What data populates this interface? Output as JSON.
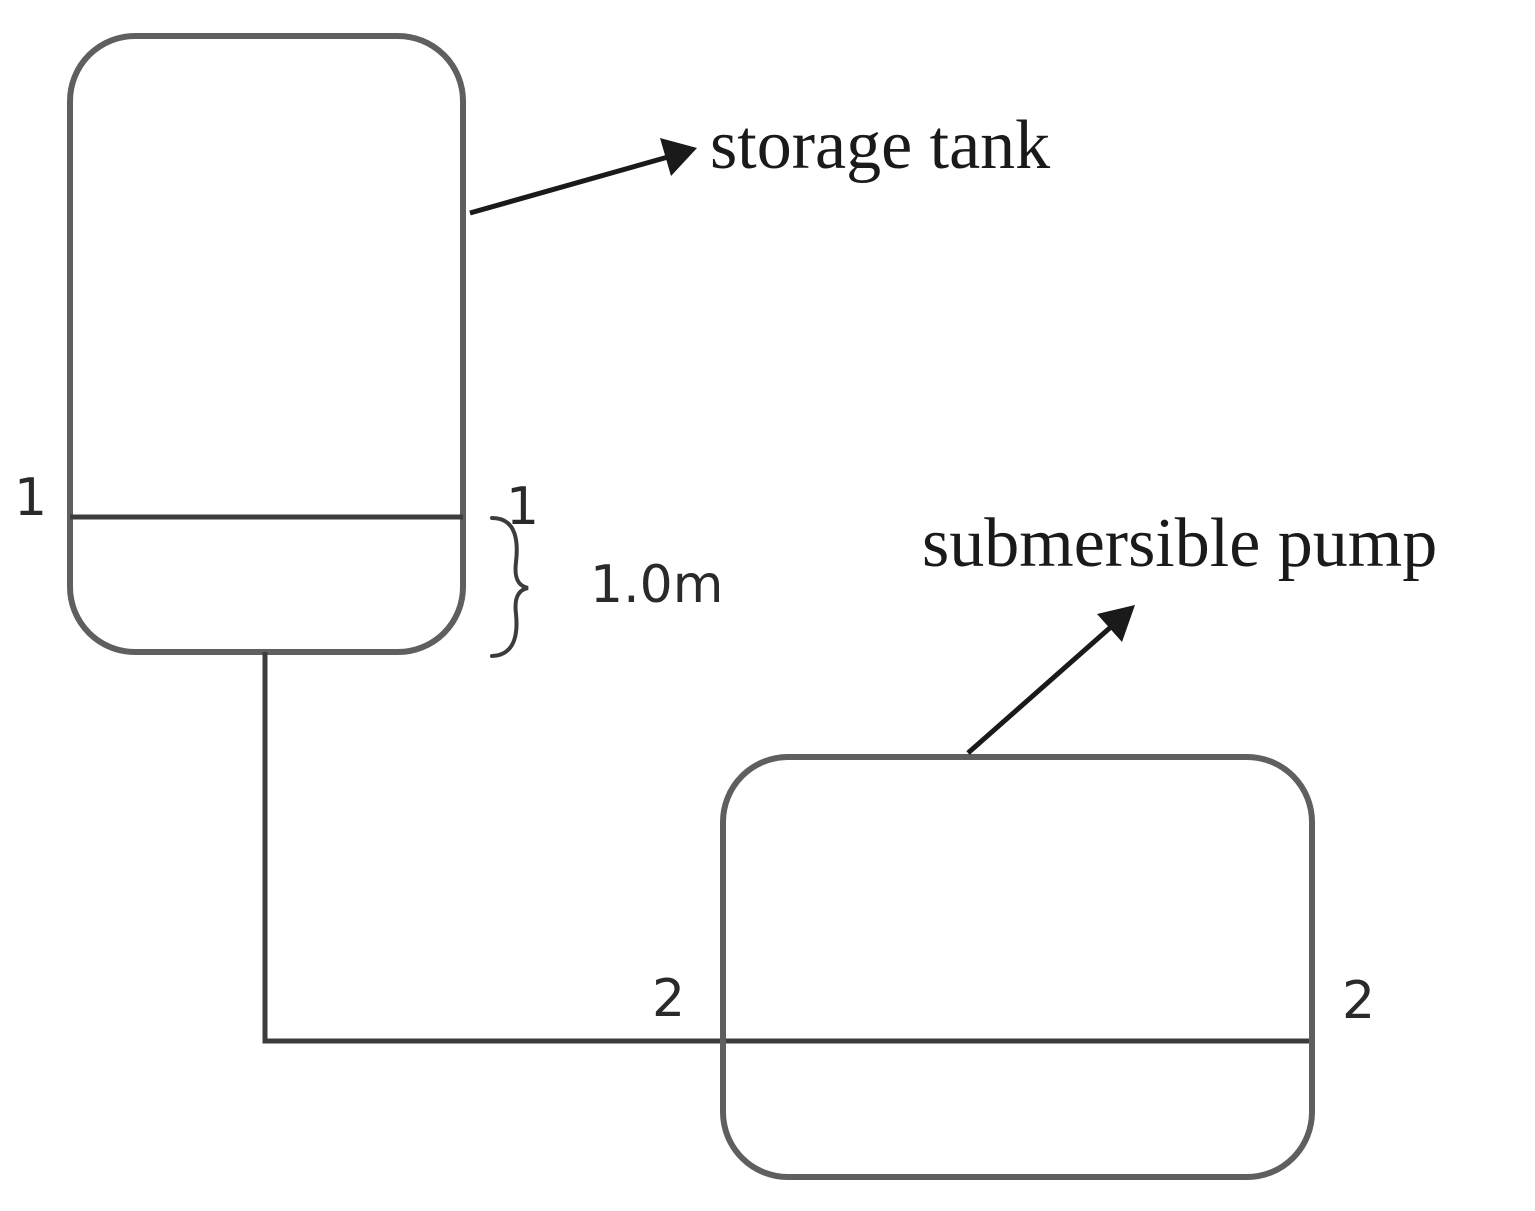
{
  "labels": {
    "storage_tank": "storage tank",
    "submersible_pump": "submersible pump",
    "height": "1.0m",
    "section_1_left": "1",
    "section_1_right": "1",
    "section_2_left": "2",
    "section_2_right": "2"
  },
  "colors": {
    "outline": "#5f5f5f",
    "line": "#3c3c3c",
    "text": "#1a1a1a"
  }
}
